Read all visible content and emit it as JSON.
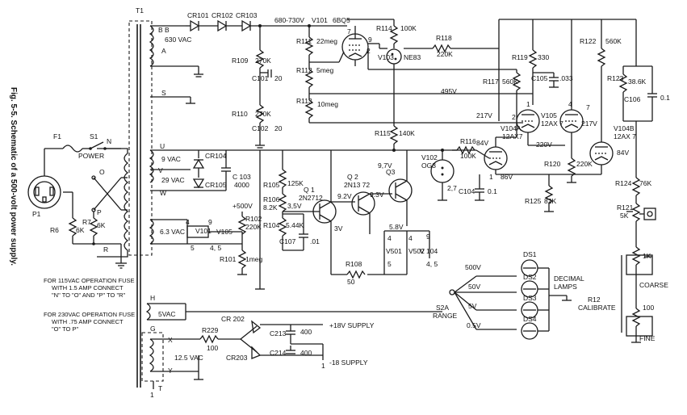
{
  "caption": "Fig. 5-5. Schematic of a 500-volt power supply.",
  "transformer": {
    "label": "T1"
  },
  "input": {
    "plug": "P1",
    "fuse": "F1",
    "switch": "S1",
    "switch_label": "POWER",
    "tap_n": "N",
    "tap_o": "O",
    "tap_p": "P",
    "tap_r": "R",
    "r6": "R6",
    "r6_val": "6K",
    "r7": "R7",
    "r7_val": "6K"
  },
  "windings": {
    "bb": "B B",
    "a": "A",
    "vac630": "630 VAC",
    "s": "S",
    "u": "U",
    "v": "V",
    "w": "W",
    "vac9": "9 VAC",
    "vac29": "29 VAC",
    "vac63": "6.3 VAC",
    "h": "H",
    "vac5": "5VAC",
    "g": "G",
    "x": "X",
    "y": "Y",
    "vac125": "12.5 VAC",
    "pin1": "1",
    "pin_t": "T"
  },
  "hv": {
    "cr101": "CR101",
    "cr102": "CR102",
    "cr103": "CR103",
    "vout": "680-730V",
    "r109": "R109",
    "r109_val": "270K",
    "c101": "C101",
    "c101_val": "20",
    "r110": "R110",
    "r110_val": "270K",
    "c102": "C102",
    "c102_val": "20"
  },
  "reg": {
    "v101": "V101",
    "v101_type": "6BQ5",
    "pin7": "7",
    "pin9": "9",
    "pin2": "2",
    "r114": "R114",
    "r114_val": "100K",
    "v103": "V103",
    "v103_type": "NE83",
    "r111": "R111",
    "r111_val": "22meg",
    "r112": "R112",
    "r112_val": "5meg",
    "r113": "R113",
    "r113_val": "10meg",
    "r118": "R118",
    "r118_val": "220K",
    "v495": "495V",
    "v217a": "217V",
    "v217b": "217V",
    "r115": "R115",
    "r115_val": "140K",
    "r116": "R116",
    "r116_val": "100K",
    "v84a": "84V",
    "v84b": "84V",
    "v220": "220V",
    "v86": "86V",
    "v102": "V102",
    "v102_type": "OG3",
    "v102_pins": "2,7",
    "c104": "C104",
    "c104_val": "0.1",
    "r119": "R119",
    "r119_val": "330",
    "c105": "C105",
    "c105_val": ".033",
    "r117": "R117",
    "r117_val": "560K",
    "r122": "R122",
    "r122_val": "560K",
    "r123": "R123",
    "r123_val": "38.6K",
    "c106": "C106",
    "c106_val": "0.1",
    "v105": "V105",
    "v105_type": "12AX 7",
    "v104a": "V104A",
    "v104a_type": "12AX7",
    "v104b": "V104B",
    "v104b_type": "12AX 7",
    "r120": "R120",
    "r120_val": "220K",
    "r125": "R125",
    "r125_val": "82K",
    "r124": "R124",
    "r124_val": "76K",
    "r121": "R121",
    "r121_val": "5K"
  },
  "low": {
    "cr104": "CR104",
    "cr105": "CR105",
    "c103": "C 103",
    "c103_val": "4000",
    "r105": "R105",
    "r105_val": "125K",
    "r106": "R106",
    "r106_val": "8.2K",
    "r102": "R102",
    "r102_val": "220K",
    "plus500": "+500V",
    "r101": "R101",
    "r101_val": "1meg",
    "v101b": "V101",
    "v105b": "V105",
    "pin4": "4",
    "pin5": "5",
    "pin9": "9",
    "pin45": "4, 5",
    "q1": "Q 1",
    "q1_type": "2N2712",
    "q2": "Q 2",
    "q2_type": "2N13 72",
    "q3": "Q3",
    "v35": "3,5V",
    "v92": "9.2V",
    "v93": "9.3V",
    "v97": "9,7V",
    "v3": "3V",
    "v58": "5.8V",
    "r104": "R104",
    "r104_val": "5.44K",
    "c107": "C107",
    "c107_val": ".01",
    "r108": "R108",
    "r108_val": "50",
    "v501": "V501",
    "v502": "V502",
    "v104": "V 104"
  },
  "range": {
    "s2a": "S2A",
    "range": "RANGE",
    "v500": "500V",
    "v50": "50V",
    "v5": "5V",
    "v05": "0.5V",
    "ds1": "DS1",
    "ds2": "DS2",
    "ds3": "DS3",
    "ds4": "DS4",
    "decimal": "DECIMAL",
    "lamps": "LAMPS",
    "r12": "R12",
    "calibrate": "CALIBRATE",
    "k1": "1K",
    "coarse": "COARSE",
    "h100": "100",
    "fine": "FINE"
  },
  "supply": {
    "r229": "R229",
    "r229_val": "100",
    "cr202": "CR 202",
    "cr203": "CR203",
    "c213": "C213",
    "c213_val": "400",
    "c214": "C214",
    "c214_val": "400",
    "plus18": "+18V SUPPLY",
    "minus18": "-18 SUPPLY",
    "one": "1"
  },
  "notes": {
    "n1a": "FOR 115VAC OPERATION FUSE",
    "n1b": "WITH 1.5 AMP CONNECT",
    "n1c": "\"N\" TO \"O\" AND \"P\" TO \"R\"",
    "n2a": "FOR 230VAC OPERATION FUSE",
    "n2b": "WITH .75 AMP CONNECT",
    "n2c": "\"O\" TO P\""
  }
}
